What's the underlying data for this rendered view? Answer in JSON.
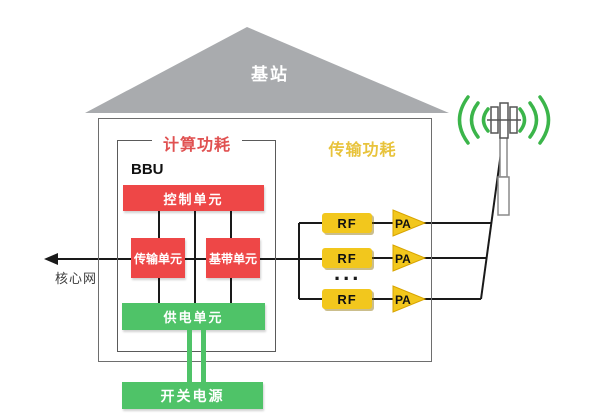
{
  "diagram": {
    "roof": {
      "label": "基站"
    },
    "compute_section": {
      "title": "计算功耗",
      "bbu_label": "BBU",
      "units": {
        "control": "控制单元",
        "transmission": "传输单元",
        "baseband": "基带单元",
        "power": "供电单元"
      }
    },
    "transmit_section": {
      "title": "传输功耗",
      "chains": [
        {
          "rf": "RF",
          "pa": "PA"
        },
        {
          "rf": "RF",
          "pa": "PA"
        },
        {
          "rf": "RF",
          "pa": "PA"
        }
      ],
      "ellipsis": "..."
    },
    "external": {
      "core_network": "核心网",
      "switch_power": "开关电源"
    },
    "colors": {
      "red": "#ee4747",
      "green": "#4fc368",
      "yellow": "#f2c71d",
      "roof_gray": "#a9abae",
      "title_red": "#e05151",
      "title_yellow": "#e8c33c",
      "signal_green": "#3bb54a"
    }
  }
}
